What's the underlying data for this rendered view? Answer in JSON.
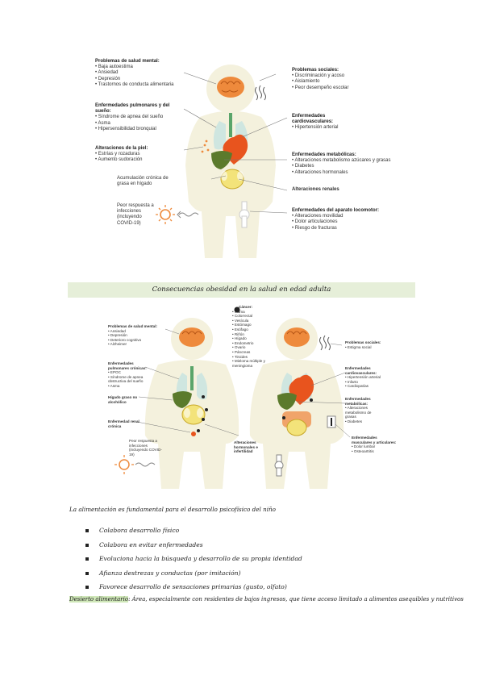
{
  "fig1": {
    "mental": {
      "title": "Problemas de salud mental:",
      "items": [
        "Baja autoestima",
        "Ansiedad",
        "Depresión",
        "Trastornos de conducta alimentaria"
      ]
    },
    "pulm": {
      "title": "Enfermedades pulmonares y del sueño:",
      "items": [
        "Síndrome de apnea del sueño",
        "Asma",
        "Hipersensibilidad bronquial"
      ]
    },
    "skin": {
      "title": "Alteraciones de la piel:",
      "items": [
        "Estrías y rozaduras",
        "Aumento sudoración"
      ]
    },
    "fat_liver": "Acumulación crónica de grasa en hígado",
    "infect": "Peor respuesta a infecciones (incluyendo COVID-19)",
    "social": {
      "title": "Problemas sociales:",
      "items": [
        "Discriminación y acoso",
        "Aislamiento",
        "Peor desempeño escolar"
      ]
    },
    "cardio": {
      "title": "Enfermedades cardiovasculares:",
      "items": [
        "Hipertensión arterial"
      ]
    },
    "metab": {
      "title": "Enfermedades metabólicas:",
      "items": [
        "Alteraciones metabolismo azúcares y grasas",
        "Diabetes",
        "Alteraciones hormonales"
      ]
    },
    "renal": "Alteraciones renales",
    "loco": {
      "title": "Enfermedades del aparato locomotor:",
      "items": [
        "Alteraciones movilidad",
        "Dolor articulaciones",
        "Riesgo de fracturas"
      ]
    }
  },
  "banner": "Consecuencias obesidad en la salud en edad adulta",
  "fig2": {
    "mental": {
      "title": "Problemas de salud mental:",
      "items": [
        "Ansiedad",
        "Depresión",
        "Deterioro cognitivo",
        "Alzheimer"
      ]
    },
    "pulm": {
      "title": "Enfermedades pulmonares crónicas:",
      "items": [
        "EPOC",
        "Síndrome de apnea obstructiva del sueño",
        "Asma"
      ]
    },
    "liver": {
      "title": "Hígado graso no alcohólico"
    },
    "renal": {
      "title": "Enfermedad renal crónica"
    },
    "infect": "Peor respuesta a infecciones (incluyendo COVID-19)",
    "cancer": {
      "title": "Cáncer:",
      "items": [
        "Mama",
        "Colorrectal",
        "Vesícula",
        "Estómago",
        "Esófago",
        "Riñón",
        "Hígado",
        "Endometrio",
        "Ovario",
        "Páncreas",
        "Tiroides",
        "Mieloma múltiple y meningioma"
      ]
    },
    "hormonal": {
      "title": "Alteraciones hormonales e infertilidad"
    },
    "social": {
      "title": "Problemas sociales:",
      "items": [
        "Estigma social"
      ]
    },
    "cardio": {
      "title": "Enfermedades cardiovasculares:",
      "items": [
        "Hipertensión arterial",
        "Infarto",
        "Cardiopatías"
      ]
    },
    "metab": {
      "title": "Enfermedades metabólicas:",
      "items": [
        "Alteraciones metabolismo de grasas",
        "Diabetes"
      ]
    },
    "musc": {
      "title": "Enfermedades musculares y articulares:",
      "items": [
        "Dolor lumbar",
        "Osteoartritis"
      ]
    }
  },
  "intro": "La alimentación es fundamental para el desarrollo psicofísico del niño",
  "bullets": [
    "Colabora desarrollo físico",
    "Colabora en evitar enfermedades",
    "Evoluciona hacia la búsqueda y desarrollo de su propia identidad",
    "Afianza destrezas y conductas (por imitación)",
    "Favorece desarrollo de sensaciones primarias (gusto, olfato)"
  ],
  "desert": {
    "term": "Desierto alimentario",
    "text": ": Área, especialmente con residentes de bajos ingresos, que tiene acceso limitado a alimentos asequibles y nutritivos"
  }
}
